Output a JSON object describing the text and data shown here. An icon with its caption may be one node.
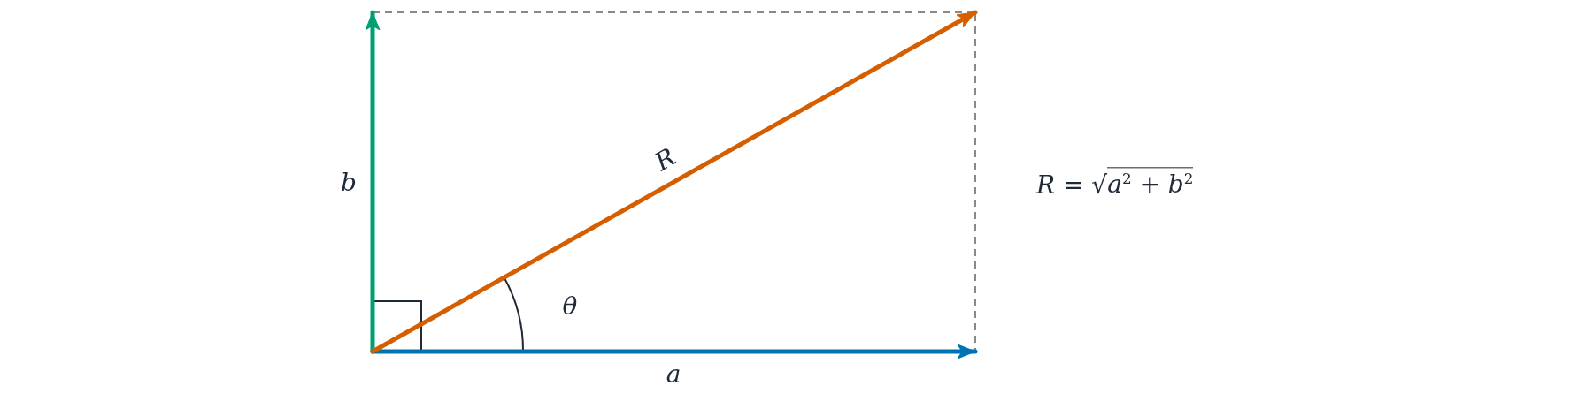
{
  "diagram": {
    "labels": [
      "*b*",
      "*R*",
      "*θ*",
      "*a*",
      "*R* = √*a*$^{2}$ + *b*$^{2}$"
    ]
  }
}
